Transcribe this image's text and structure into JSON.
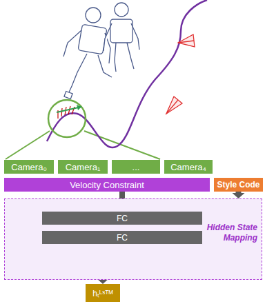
{
  "diagram": {
    "nodes": [
      {
        "text": [
          "Camera₀"
        ]
      },
      {
        "text": [
          "Camera₁"
        ]
      },
      {
        "text": [
          "..."
        ]
      },
      {
        "text": [
          "Camera₄"
        ]
      },
      {
        "text": [
          "Velocity Constraint"
        ]
      },
      {
        "text": [
          "Style Code"
        ]
      },
      {
        "text": [
          "Hidden State Mapping"
        ]
      },
      {
        "text": [
          "FC"
        ],
        "in": 6
      },
      {
        "text": [
          "FC"
        ],
        "in": 6
      },
      {
        "text": [
          "hₜᴸˢᵀᴹ"
        ]
      }
    ],
    "edges": [
      {
        "from": 4,
        "to": 7,
        "arrow": "to"
      },
      {
        "from": 5,
        "to": 6,
        "arrow": "to"
      },
      {
        "from": 7,
        "to": 8,
        "arrow": "to"
      },
      {
        "from": 8,
        "to": 9,
        "arrow": "to"
      }
    ]
  }
}
